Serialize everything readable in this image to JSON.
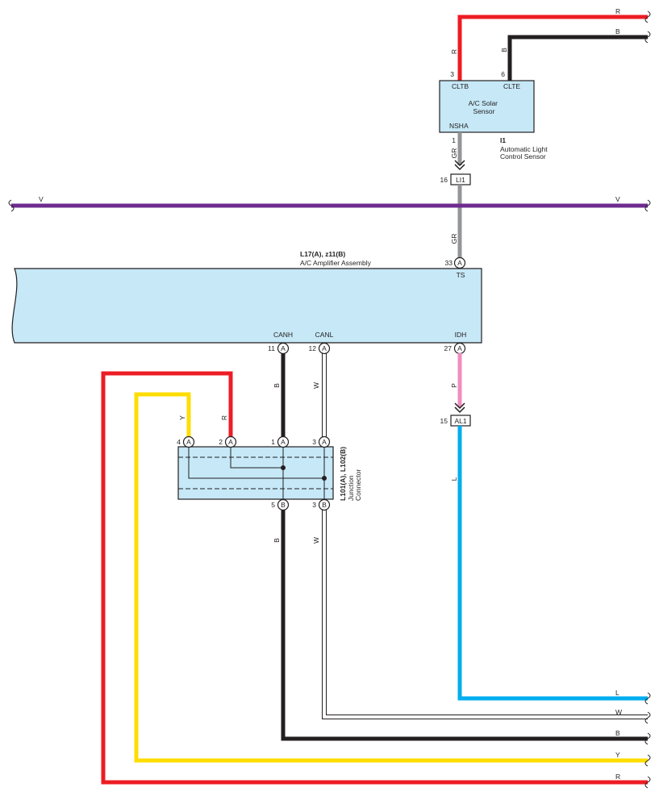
{
  "colors": {
    "red": "#ed1c24",
    "black": "#231f20",
    "gray": "#939598",
    "violet": "#6e2c8f",
    "pink": "#f08cbf",
    "blue": "#00aeef",
    "yellow": "#ffdd00",
    "component_fill": "#c6e8f7"
  },
  "solar_sensor": {
    "name": "A/C Solar\nSensor",
    "ref": "I1",
    "desc": "Automatic Light\nControl Sensor",
    "pins": [
      {
        "num": "3",
        "signal": "CLTB",
        "wire": "R"
      },
      {
        "num": "6",
        "signal": "CLTE",
        "wire": "B"
      },
      {
        "num": "1",
        "signal": "NSHA",
        "wire": "GR"
      }
    ]
  },
  "top_wires": {
    "r": "R",
    "b": "B"
  },
  "violet_wire": {
    "left": "V",
    "right": "V"
  },
  "conn_li1": {
    "pin": "16",
    "name": "LI1"
  },
  "gr_wire_lower": "GR",
  "amplifier": {
    "ref": "L17(A), z11(B)",
    "name": "A/C Amplifier Assembly",
    "pins": [
      {
        "num": "33",
        "conn": "A",
        "signal": "TS"
      },
      {
        "num": "11",
        "conn": "A",
        "signal": "CANH"
      },
      {
        "num": "12",
        "conn": "A",
        "signal": "CANL"
      },
      {
        "num": "27",
        "conn": "A",
        "signal": "IDH"
      }
    ]
  },
  "conn_al1": {
    "pin": "15",
    "name": "AL1"
  },
  "junction": {
    "ref": "L101(A), L102(B)",
    "name": "Junction\nConnector",
    "top_pins": [
      {
        "num": "4",
        "conn": "A",
        "wire": "Y"
      },
      {
        "num": "2",
        "conn": "A",
        "wire": "R"
      },
      {
        "num": "1",
        "conn": "A",
        "wire": "B"
      },
      {
        "num": "3",
        "conn": "A",
        "wire": "W"
      }
    ],
    "bottom_pins": [
      {
        "num": "5",
        "conn": "B",
        "wire": "B"
      },
      {
        "num": "3",
        "conn": "B",
        "wire": "W"
      }
    ]
  },
  "wire_labels": {
    "pink": "P",
    "blue": "L"
  },
  "bottom_wires": {
    "l": "L",
    "w": "W",
    "b": "B",
    "y": "Y",
    "r": "R"
  }
}
